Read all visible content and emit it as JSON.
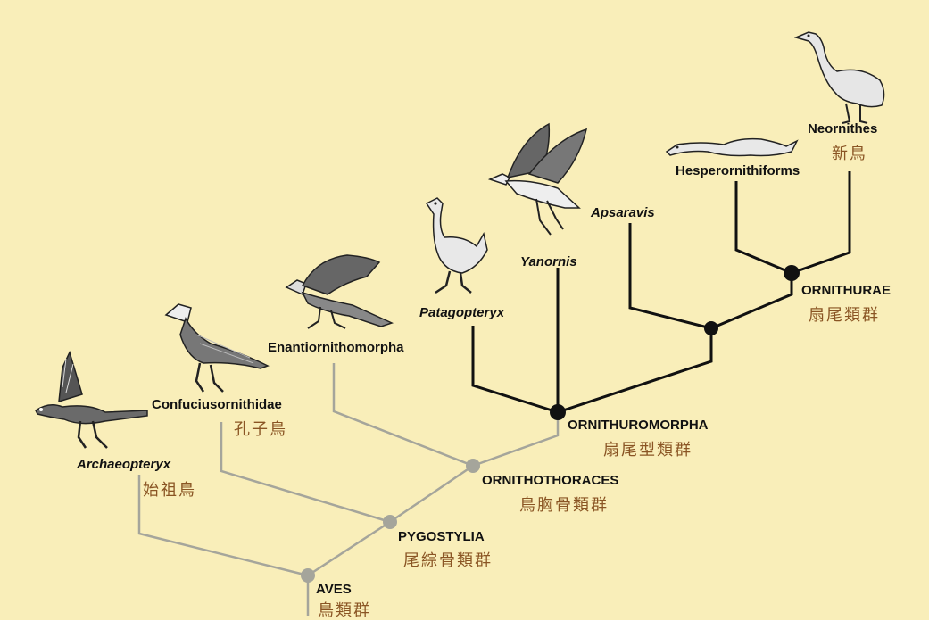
{
  "colors": {
    "background": "#f9eeb9",
    "basal_branch": "#a5a59b",
    "ornithuromorph_branch": "#111111",
    "chinese_text": "#8a5524"
  },
  "taxa": {
    "archaeopteryx": {
      "name": "Archaeopteryx",
      "zh": "始祖鳥"
    },
    "confuciusornithidae": {
      "name": "Confuciusornithidae",
      "zh": "孔子鳥"
    },
    "enantiornithomorpha": {
      "name": "Enantiornithomorpha"
    },
    "patagopteryx": {
      "name": "Patagopteryx"
    },
    "yanornis": {
      "name": "Yanornis"
    },
    "apsaravis": {
      "name": "Apsaravis"
    },
    "hesperornithiforms": {
      "name": "Hesperornithiforms"
    },
    "neornithes": {
      "name": "Neornithes",
      "zh": "新鳥"
    }
  },
  "nodes": {
    "aves": {
      "name": "AVES",
      "zh": "鳥類群"
    },
    "pygostylia": {
      "name": "PYGOSTYLIA",
      "zh": "尾綜骨類群"
    },
    "ornithothoraces": {
      "name": "ORNITHOTHORACES",
      "zh": "鳥胸骨類群"
    },
    "ornithuromorpha": {
      "name": "ORNITHUROMORPHA",
      "zh": "扇尾型類群"
    },
    "ornithurae": {
      "name": "ORNITHURAE",
      "zh": "扇尾類群"
    }
  }
}
